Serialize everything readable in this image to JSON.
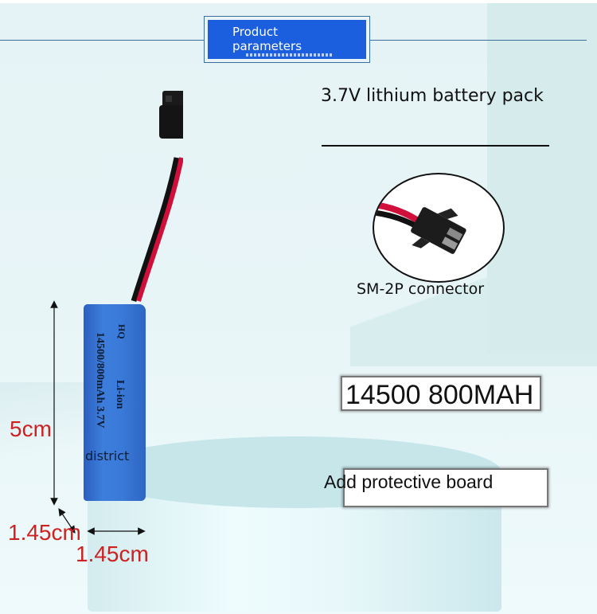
{
  "header": {
    "title_line1": "Product",
    "title_line2": "parameters"
  },
  "product": {
    "title": "3.7V lithium battery pack",
    "connector_label": "SM-2P connector",
    "capacity_spec": "14500 800MAH",
    "board_spec": "Add protective board"
  },
  "battery": {
    "model_print": "14500/800mAh 3.7V",
    "type_print": "Li-ion",
    "logo_print": "HQ",
    "district_label": "district"
  },
  "dimensions": {
    "height": "5cm",
    "depth": "1.45cm",
    "width": "1.45cm"
  },
  "colors": {
    "header_blue": "#1b5fde",
    "dimension_red": "#cc2222",
    "battery_blue": "#3a7ad8",
    "wire_red": "#d0103a"
  }
}
